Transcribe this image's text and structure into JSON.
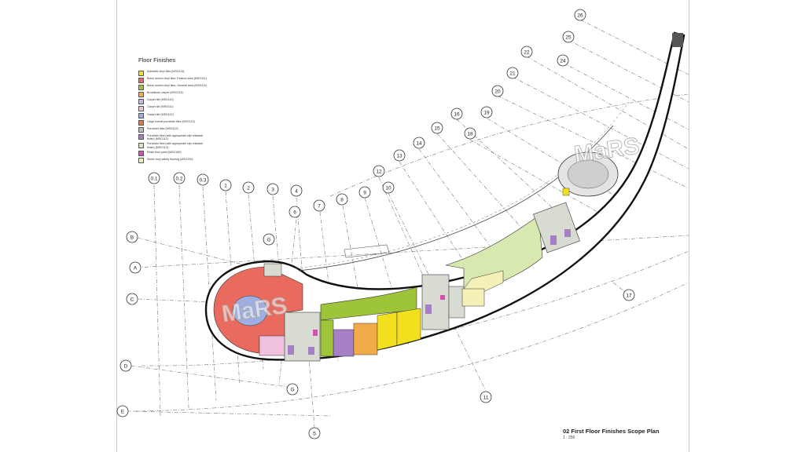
{
  "legend": {
    "title": "Floor Finishes",
    "items": [
      {
        "label": "Antistatic vinyl tiles (MSG113)",
        "color": "#f2e01e"
      },
      {
        "label": "Bolon woven vinyl tiles: Feature area (MSG111)",
        "color": "#e96a5e"
      },
      {
        "label": "Bolon woven vinyl tiles: General area (MSG111)",
        "color": "#9ec43a"
      },
      {
        "label": "Broadloom carpet (MSG115)",
        "color": "#f2ab4a"
      },
      {
        "label": "Carpet tile (MSG110)",
        "color": "#c8b8e0"
      },
      {
        "label": "Carpet tile (MSG111)",
        "color": "#f0c2dd"
      },
      {
        "label": "Carpet tile (MSG112)",
        "color": "#9faee0"
      },
      {
        "label": "Large format porcelain tiles (MSG113)",
        "color": "#e07a4a"
      },
      {
        "label": "Porcelain tiles (MSG112)",
        "color": "#b6bcae"
      },
      {
        "label": "Porcelain tiles (with appropriate slip resistant finish) (MSG112)",
        "color": "#a67fc7"
      },
      {
        "label": "Porcelain tiles (with appropriate slip resistant finish) (MSG113)",
        "color": "#d7e8b0"
      },
      {
        "label": "Resin floor paint (MSG180)",
        "color": "#d94fb0"
      },
      {
        "label": "Sheet vinyl safety flooring (MSG150)",
        "color": "#f4f0b8"
      }
    ]
  },
  "watermark": "MaRS",
  "grid_labels": [
    "0.1",
    "0.2",
    "0.3",
    "1",
    "2",
    "3",
    "4",
    "5",
    "6",
    "7",
    "8",
    "9",
    "10",
    "11",
    "12",
    "13",
    "14",
    "15",
    "16",
    "17",
    "18",
    "19",
    "20",
    "21",
    "22",
    "24",
    "25",
    "26",
    "A",
    "B",
    "C",
    "D",
    "E",
    "G"
  ],
  "title": {
    "name": "02 First Floor Finishes Scope Plan",
    "scale": "1 : 250"
  }
}
